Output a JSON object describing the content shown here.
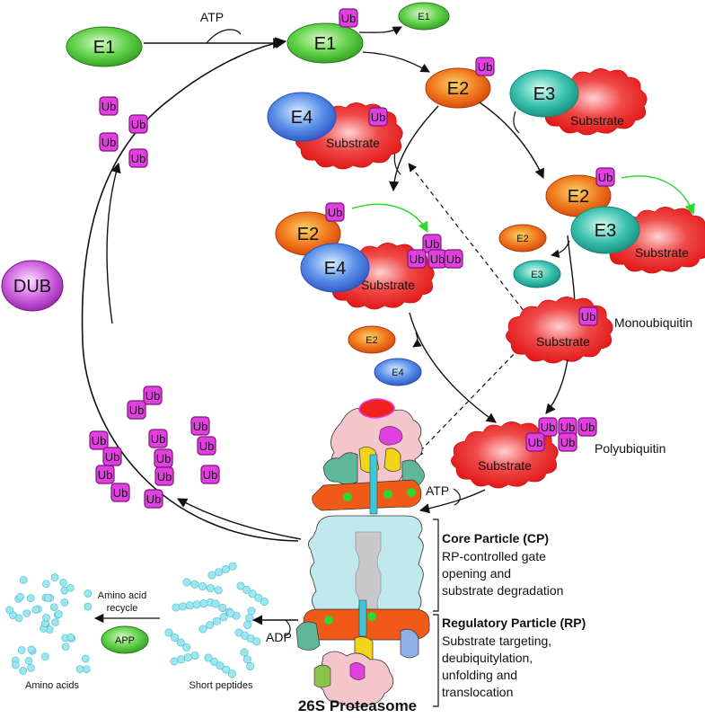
{
  "enzymes": {
    "e1": "E1",
    "e2": "E2",
    "e3": "E3",
    "e4": "E4",
    "dub": "DUB",
    "app": "APP"
  },
  "ub_label": "Ub",
  "substrate_label": "Substrate",
  "cofactors": {
    "atp": "ATP",
    "adp": "ADP"
  },
  "labels": {
    "monoubiquitin": "Monoubiquitin",
    "polyubiquitin": "Polyubiquitin",
    "amino_acid_recycle_1": "Amino acid",
    "amino_acid_recycle_2": "recycle",
    "amino_acids": "Amino acids",
    "short_peptides": "Short peptides",
    "proteasome": "26S Proteasome"
  },
  "core_particle": {
    "title": "Core Particle (CP)",
    "lines": [
      "RP-controlled gate",
      "opening and",
      "substrate degradation"
    ]
  },
  "regulatory_particle": {
    "title": "Regulatory Particle (RP)",
    "lines": [
      "Substrate targeting,",
      "deubiquitylation,",
      "unfolding and",
      "translocation"
    ]
  },
  "colors": {
    "e1": "#5fd35f",
    "e2": "#f07a1e",
    "e3": "#3cc2b0",
    "e4": "#4f7fe0",
    "dub": "#c84fd0",
    "ub": "#e23fe0",
    "substrate": "#ee2020",
    "amino": "#9be7ef",
    "cp": "#bfe9ef"
  }
}
